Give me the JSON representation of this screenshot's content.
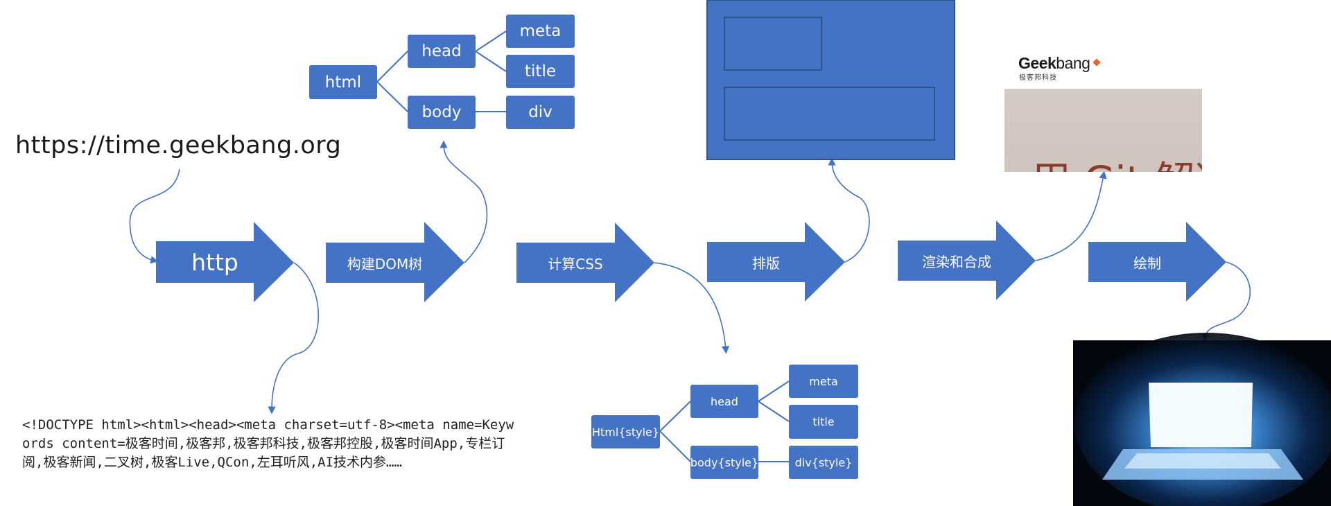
{
  "url_text": "https://time.geekbang.org",
  "code_text": "<!DOCTYPE html><html><head><meta charset=utf-8><meta name=Keywords content=极客时间,极客邦,极客邦科技,极客邦控股,极客时间App,专栏订阅,极客新闻,二叉树,极客Live,QCon,左耳听风,AI技术内参……",
  "pipeline": [
    "http",
    "构建DOM树",
    "计算CSS",
    "排版",
    "渲染和合成",
    "绘制"
  ],
  "dom_tree": {
    "root": "html",
    "head": "head",
    "body": "body",
    "meta": "meta",
    "title": "title",
    "div": "div"
  },
  "style_tree": {
    "root": "Html{style}",
    "head": "head",
    "body": "body{style}",
    "meta": "meta",
    "title": "title",
    "div": "div{style}"
  },
  "logo": {
    "brand": "Geekbang",
    "brand_left": "Geek",
    "brand_right": "bang",
    "subtitle": "极客邦科技",
    "preview_text": "用 Git 解决"
  },
  "colors": {
    "accent": "#4472c4",
    "line": "#4472c4",
    "layout_border": "#2f528f"
  }
}
